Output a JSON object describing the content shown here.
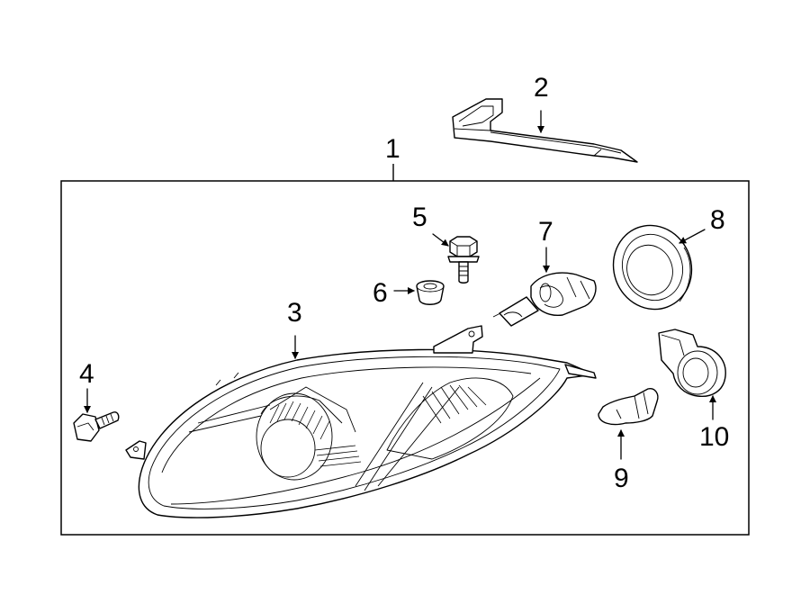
{
  "diagram": {
    "callouts": [
      {
        "id": "1",
        "label": "1"
      },
      {
        "id": "2",
        "label": "2"
      },
      {
        "id": "3",
        "label": "3"
      },
      {
        "id": "4",
        "label": "4"
      },
      {
        "id": "5",
        "label": "5"
      },
      {
        "id": "6",
        "label": "6"
      },
      {
        "id": "7",
        "label": "7"
      },
      {
        "id": "8",
        "label": "8"
      },
      {
        "id": "9",
        "label": "9"
      },
      {
        "id": "10",
        "label": "10"
      }
    ]
  }
}
